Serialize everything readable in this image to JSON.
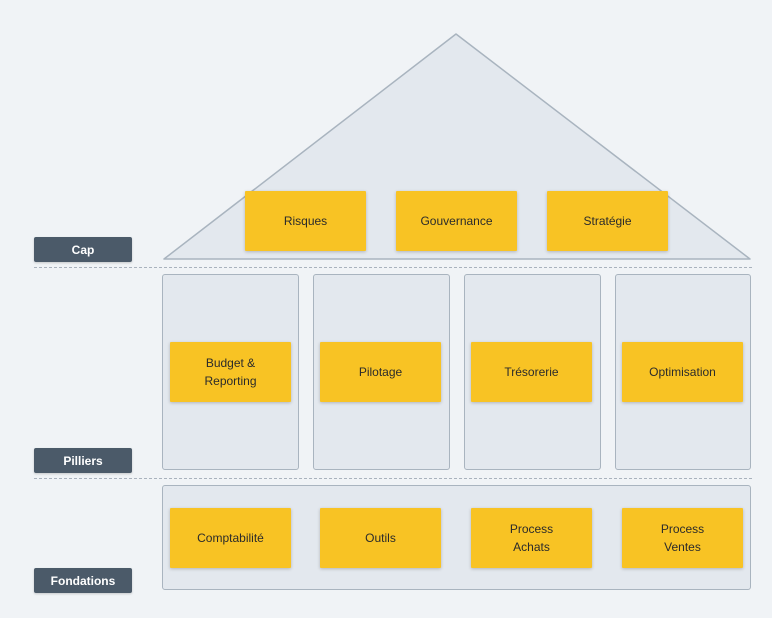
{
  "levels": {
    "cap": "Cap",
    "pilliers": "Pilliers",
    "fondations": "Fondations"
  },
  "cap_items": [
    "Risques",
    "Gouvernance",
    "Stratégie"
  ],
  "pilier_items": [
    "Budget &\nReporting",
    "Pilotage",
    "Trésorerie",
    "Optimisation"
  ],
  "fondation_items": [
    "Comptabilité",
    "Outils",
    "Process\nAchats",
    "Process\nVentes"
  ],
  "colors": {
    "card": "#f8c324",
    "panel": "#e3e8ee",
    "label": "#4b5a69"
  }
}
